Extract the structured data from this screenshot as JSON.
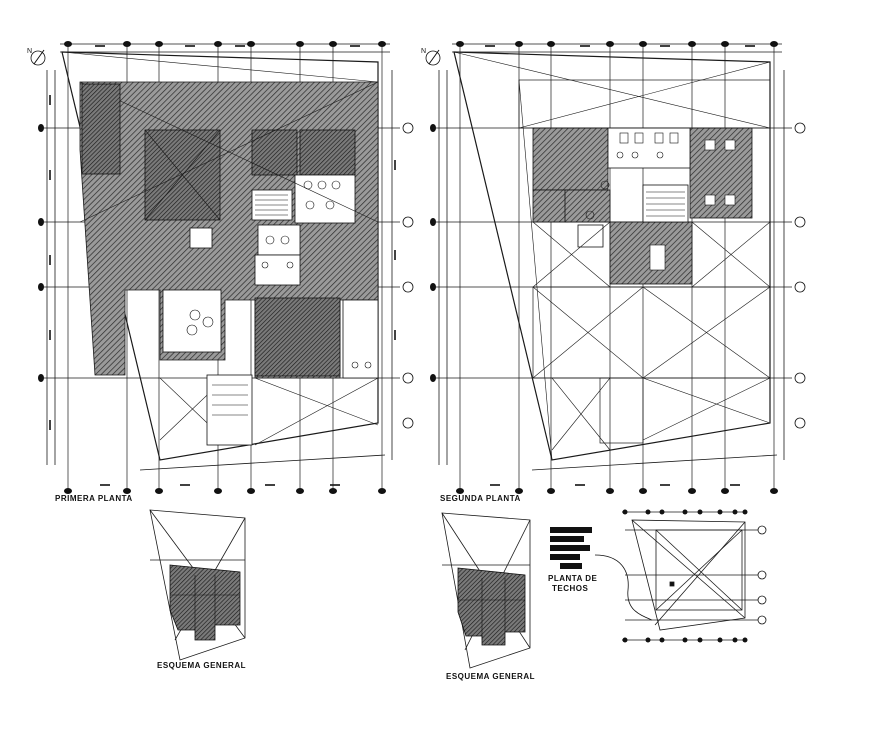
{
  "drawing": {
    "plan_labels": {
      "first_floor": "PRIMERA PLANTA",
      "second_floor": "SEGUNDA PLANTA",
      "roof_plan_line1": "PLANTA DE",
      "roof_plan_line2": "TECHOS",
      "general_scheme_left": "ESQUEMA GENERAL",
      "general_scheme_right": "ESQUEMA GENERAL"
    },
    "north_symbol": "N",
    "colors": {
      "line": "#1a1a1a",
      "hatch": "#3a3a3a",
      "solid_block": "#111111"
    },
    "icons": [
      "north-arrow-icon",
      "grid-bubble-icon",
      "legend-block-icon"
    ]
  }
}
